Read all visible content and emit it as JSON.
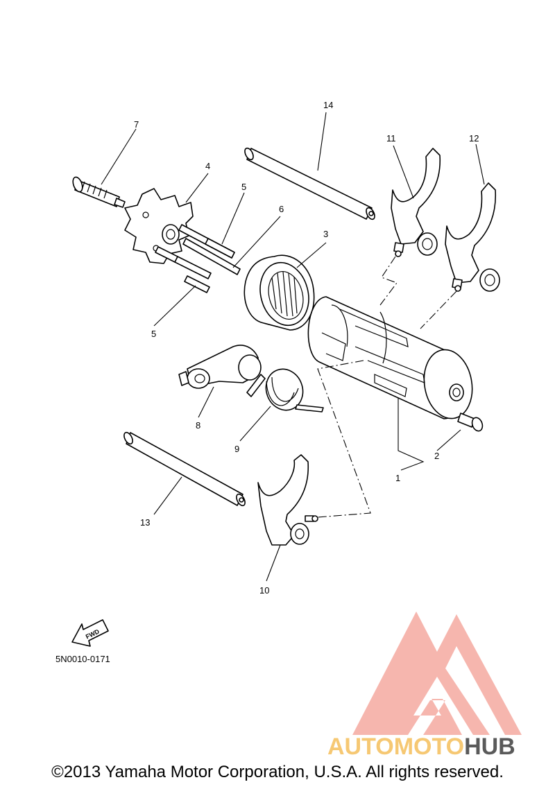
{
  "callouts": [
    "1",
    "2",
    "3",
    "4",
    "5",
    "5",
    "6",
    "7",
    "8",
    "9",
    "10",
    "11",
    "12",
    "13",
    "14"
  ],
  "fwd_label": "FWD",
  "diagram_code": "5N0010-0171",
  "copyright": "©2013 Yamaha Motor Corporation, U.S.A. All rights reserved.",
  "watermark": {
    "brand_part1": "AUTOMOTO",
    "brand_part2": "HUB",
    "accent_color": "#f4a9a0",
    "brand_color_1": "#f6c873",
    "brand_color_2": "#5a5a5a"
  }
}
